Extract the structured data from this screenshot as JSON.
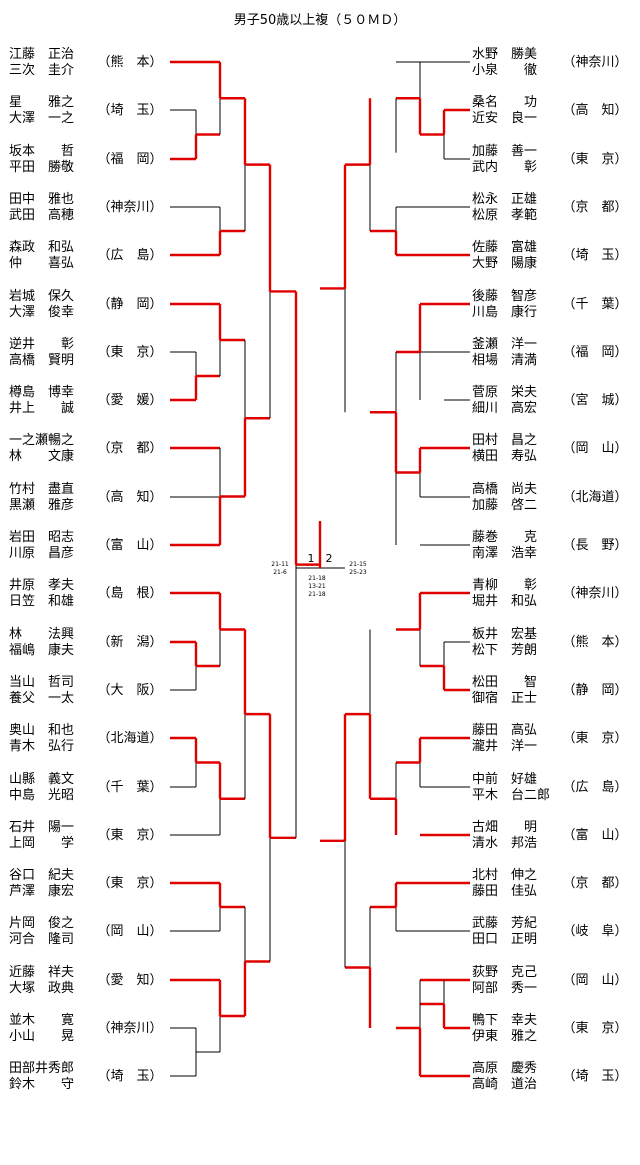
{
  "title": "男子50歳以上複（５０ＭＤ）",
  "left": [
    {
      "p1": "江藤　正治",
      "p2": "三次　圭介",
      "pref": "熊　本"
    },
    {
      "p1": "星　　雅之",
      "p2": "大澤　一之",
      "pref": "埼　玉"
    },
    {
      "p1": "坂本　　哲",
      "p2": "平田　勝敬",
      "pref": "福　岡"
    },
    {
      "p1": "田中　雅也",
      "p2": "武田　高穂",
      "pref": "神奈川"
    },
    {
      "p1": "森政　和弘",
      "p2": "仲　　喜弘",
      "pref": "広　島"
    },
    {
      "p1": "岩城　保久",
      "p2": "大澤　俊幸",
      "pref": "静　岡"
    },
    {
      "p1": "逆井　　彰",
      "p2": "高橋　賢明",
      "pref": "東　京"
    },
    {
      "p1": "樽島　博幸",
      "p2": "井上　　誠",
      "pref": "愛　媛"
    },
    {
      "p1": "一之瀬暢之",
      "p2": "林　　文康",
      "pref": "京　都"
    },
    {
      "p1": "竹村　盡直",
      "p2": "黒瀬　雅彦",
      "pref": "高　知"
    },
    {
      "p1": "岩田　昭志",
      "p2": "川原　昌彦",
      "pref": "富　山"
    },
    {
      "p1": "井原　孝夫",
      "p2": "日笠　和雄",
      "pref": "島　根"
    },
    {
      "p1": "林　　法興",
      "p2": "福嶋　康夫",
      "pref": "新　潟"
    },
    {
      "p1": "当山　哲司",
      "p2": "養父　一太",
      "pref": "大　阪"
    },
    {
      "p1": "奥山　和也",
      "p2": "青木　弘行",
      "pref": "北海道"
    },
    {
      "p1": "山縣　義文",
      "p2": "中島　光昭",
      "pref": "千　葉"
    },
    {
      "p1": "石井　陽一",
      "p2": "上岡　　学",
      "pref": "東　京"
    },
    {
      "p1": "谷口　紀夫",
      "p2": "芦澤　康宏",
      "pref": "東　京"
    },
    {
      "p1": "片岡　俊之",
      "p2": "河合　隆司",
      "pref": "岡　山"
    },
    {
      "p1": "近藤　祥夫",
      "p2": "大塚　政典",
      "pref": "愛　知"
    },
    {
      "p1": "並木　　寛",
      "p2": "小山　　晃",
      "pref": "神奈川"
    },
    {
      "p1": "田部井秀郎",
      "p2": "鈴木　　守",
      "pref": "埼　玉"
    }
  ],
  "right": [
    {
      "p1": "水野　勝美",
      "p2": "小泉　　徹",
      "pref": "神奈川"
    },
    {
      "p1": "桑名　　功",
      "p2": "近安　良一",
      "pref": "高　知"
    },
    {
      "p1": "加藤　善一",
      "p2": "武内　　彰",
      "pref": "東　京"
    },
    {
      "p1": "松永　正雄",
      "p2": "松原　孝範",
      "pref": "京　都"
    },
    {
      "p1": "佐藤　富雄",
      "p2": "大野　陽康",
      "pref": "埼　玉"
    },
    {
      "p1": "後藤　智彦",
      "p2": "川島　康行",
      "pref": "千　葉"
    },
    {
      "p1": "釜瀬　洋一",
      "p2": "相場　清満",
      "pref": "福　岡"
    },
    {
      "p1": "菅原　栄夫",
      "p2": "細川　高宏",
      "pref": "宮　城"
    },
    {
      "p1": "田村　昌之",
      "p2": "横田　寿弘",
      "pref": "岡　山"
    },
    {
      "p1": "高橋　尚夫",
      "p2": "加藤　啓二",
      "pref": "北海道"
    },
    {
      "p1": "藤巻　　克",
      "p2": "南澤　浩幸",
      "pref": "長　野"
    },
    {
      "p1": "青柳　　彰",
      "p2": "堀井　和弘",
      "pref": "神奈川"
    },
    {
      "p1": "板井　宏基",
      "p2": "松下　芳朗",
      "pref": "熊　本"
    },
    {
      "p1": "松田　　智",
      "p2": "御宿　正士",
      "pref": "静　岡"
    },
    {
      "p1": "藤田　高弘",
      "p2": "瀧井　洋一",
      "pref": "東　京"
    },
    {
      "p1": "中前　好雄",
      "p2": "平木　台二郎",
      "pref": "広　島"
    },
    {
      "p1": "古畑　　明",
      "p2": "清水　邦浩",
      "pref": "富　山"
    },
    {
      "p1": "北村　伸之",
      "p2": "藤田　佳弘",
      "pref": "京　都"
    },
    {
      "p1": "武藤　芳紀",
      "p2": "田口　正明",
      "pref": "岐　阜"
    },
    {
      "p1": "荻野　克己",
      "p2": "阿部　秀一",
      "pref": "岡　山"
    },
    {
      "p1": "鴨下　幸夫",
      "p2": "伊東　雅之",
      "pref": "東　京"
    },
    {
      "p1": "高原　慶秀",
      "p2": "高崎　道治",
      "pref": "埼　玉"
    }
  ],
  "final": {
    "left_score": "1",
    "right_score": "2",
    "games_left": [
      "21-11",
      "21-6"
    ],
    "games_mid": [
      "21-18",
      "13-21",
      "21-18"
    ],
    "games_right": [
      "21-15",
      "25-23"
    ]
  },
  "colors": {
    "win": "#e00000",
    "line": "#000000"
  }
}
